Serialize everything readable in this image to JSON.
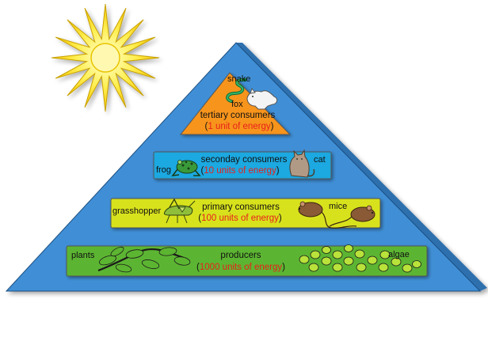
{
  "pyramid": {
    "colors": {
      "pyramid_front": "#3f8fd6",
      "pyramid_side": "#2d6fae",
      "tertiary_box": "#f7941d",
      "secondary_box": "#1ca8e0",
      "primary_box": "#d8e21c",
      "producer_box": "#5cb531",
      "energy_text": "#e8211b",
      "sun": "#ffe94a"
    },
    "tiers": {
      "tertiary": {
        "title": "tertiary consumers",
        "energy_value": "1 unit of energy",
        "organisms": [
          "snake",
          "fox"
        ]
      },
      "secondary": {
        "title": "seconday consumers",
        "energy_value": "10 units of energy",
        "organisms": [
          "frog",
          "cat"
        ]
      },
      "primary": {
        "title": "primary consumers",
        "energy_value": "100 units of energy",
        "organisms": [
          "grasshopper",
          "mice"
        ]
      },
      "producers": {
        "title": "producers",
        "energy_value": "1000 units of energy",
        "organisms": [
          "plants",
          "algae"
        ]
      }
    }
  }
}
